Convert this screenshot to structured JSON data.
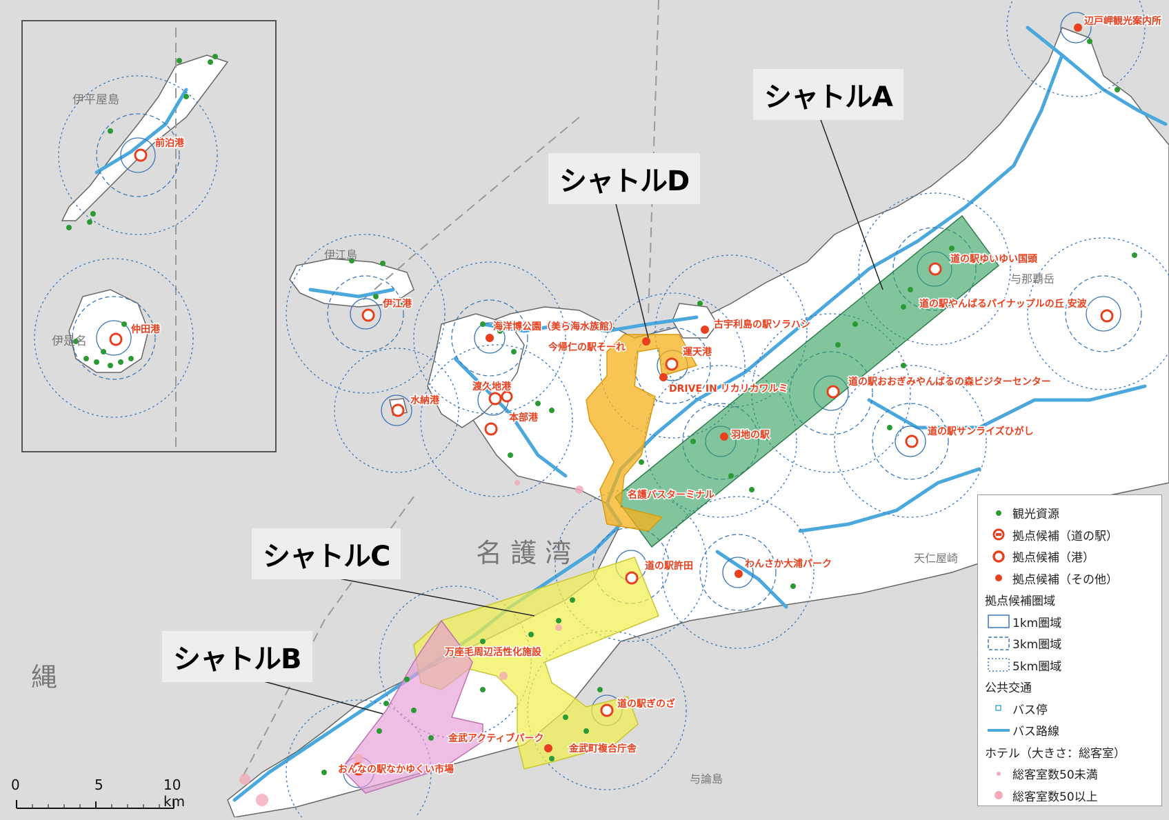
{
  "shuttles": {
    "A": {
      "label": "シャトルA",
      "color": "#2e9e5b"
    },
    "B": {
      "label": "シャトルB",
      "color": "#e59bd6"
    },
    "C": {
      "label": "シャトルC",
      "color": "#f2f04a"
    },
    "D": {
      "label": "シャトルD",
      "color": "#f5b21c"
    }
  },
  "places": [
    {
      "name": "辺戸岬観光案内所"
    },
    {
      "name": "前泊港"
    },
    {
      "name": "仲田港"
    },
    {
      "name": "伊江港"
    },
    {
      "name": "海洋博公園（美ら海水族館）"
    },
    {
      "name": "今帰仁の駅そーれ"
    },
    {
      "name": "運天港"
    },
    {
      "name": "古宇利島の駅ソラハシ"
    },
    {
      "name": "DRIVE IN リカリカワルミ"
    },
    {
      "name": "渡久地港"
    },
    {
      "name": "本部港"
    },
    {
      "name": "水納港"
    },
    {
      "name": "道の駅ゆいゆい国頭"
    },
    {
      "name": "道の駅やんばるパイナップルの丘 安波"
    },
    {
      "name": "道の駅おおぎみやんばるの森ビジターセンター"
    },
    {
      "name": "道の駅サンライズひがし"
    },
    {
      "name": "羽地の駅"
    },
    {
      "name": "名護バスターミナル"
    },
    {
      "name": "道の駅許田"
    },
    {
      "name": "わんさか大浦パーク"
    },
    {
      "name": "万座毛周辺活性化施設"
    },
    {
      "name": "道の駅ぎのざ"
    },
    {
      "name": "金武アクティブパーク"
    },
    {
      "name": "金武町複合庁舎"
    },
    {
      "name": "おんなの駅なかゆくい市場"
    }
  ],
  "geo_names": {
    "nago_bay": "名 護 湾",
    "okinawa": "縄",
    "iheya": "伊平屋島",
    "izena": "伊是名",
    "ie": "伊江島",
    "yonaha": "与那覇岳",
    "tenninya": "天仁屋崎",
    "yoron": "与論島"
  },
  "legend": {
    "items": [
      {
        "label": "観光資源",
        "symbol": "green-dot"
      },
      {
        "label": "拠点候補（道の駅）",
        "symbol": "michinoeki"
      },
      {
        "label": "拠点候補（港）",
        "symbol": "port"
      },
      {
        "label": "拠点候補（その他）",
        "symbol": "red-dot"
      },
      {
        "label": "拠点候補圏域",
        "symbol": "header"
      },
      {
        "label": "1km圏域",
        "symbol": "ring-solid"
      },
      {
        "label": "3km圏域",
        "symbol": "ring-dashed"
      },
      {
        "label": "5km圏域",
        "symbol": "ring-dotted"
      },
      {
        "label": "公共交通",
        "symbol": "header"
      },
      {
        "label": "バス停",
        "symbol": "bus-stop"
      },
      {
        "label": "バス路線",
        "symbol": "bus-line"
      },
      {
        "label": "ホテル（大きさ：総客室）",
        "symbol": "header"
      },
      {
        "label": "総客室数50未満",
        "symbol": "hotel-small"
      },
      {
        "label": "総客室数50以上",
        "symbol": "hotel-large"
      }
    ]
  },
  "scale": {
    "ticks": [
      "0",
      "5",
      "10 km"
    ]
  },
  "colors": {
    "land": "#ffffff",
    "sea": "#dcdcdc",
    "bus": "#4aa8dc",
    "resource": "#2a9a35",
    "base": "#e8401e",
    "ring": "#3a78b8"
  }
}
